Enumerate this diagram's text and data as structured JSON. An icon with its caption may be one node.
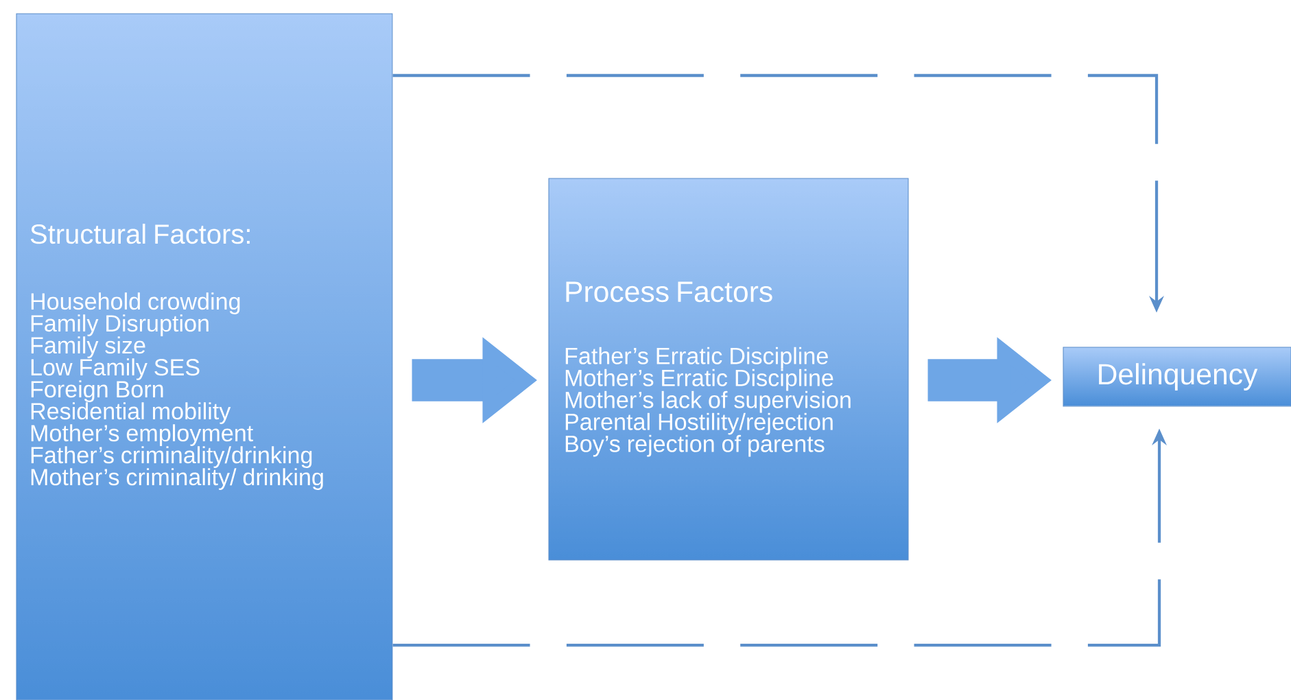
{
  "diagram": {
    "nodes": [
      {
        "text": [
          "Structural Factors:",
          "Household crowding",
          "Family Disruption",
          "Family size",
          "Low Family SES",
          "Foreign Born",
          "Residential mobility",
          "Mother’s employment",
          "Father’s criminality/drinking",
          "Mother’s criminality/ drinking"
        ]
      },
      {
        "text": [
          "Process Factors",
          "Father’s Erratic Discipline",
          "Mother’s Erratic Discipline",
          "Mother’s lack of supervision",
          "Parental Hostility/rejection",
          "Boy’s rejection of parents"
        ]
      },
      {
        "text": [
          "Delinquency"
        ]
      }
    ],
    "edges": [
      {
        "from": 0,
        "to": 2,
        "arrow": "to",
        "style": "dashed",
        "color": "#5b8fcb"
      },
      {
        "from": 0,
        "to": 1,
        "arrow": "to",
        "style": "thick",
        "color": "#6ea6e6"
      },
      {
        "from": 1,
        "to": 2,
        "arrow": "to",
        "style": "thick",
        "color": "#6ea6e6"
      },
      {
        "from": 0,
        "to": 2,
        "arrow": "to",
        "style": "dashed",
        "color": "#5b8fcb"
      }
    ]
  }
}
